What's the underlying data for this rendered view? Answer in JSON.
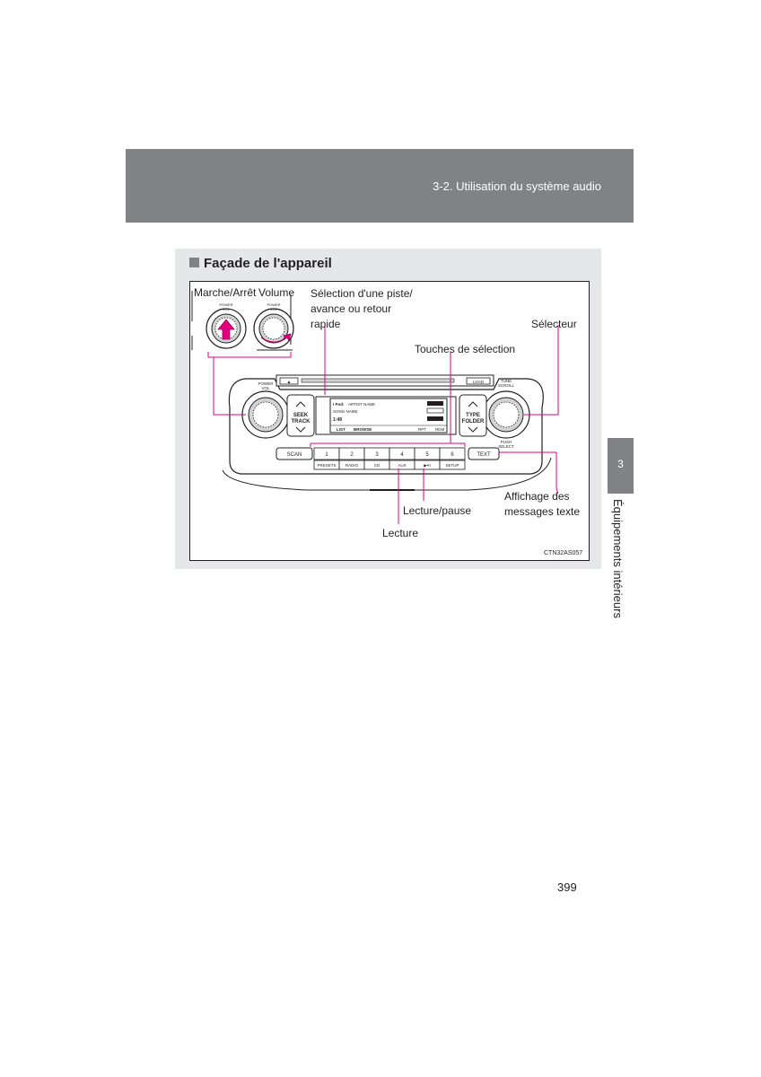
{
  "header": {
    "section_title": "3-2. Utilisation du système audio"
  },
  "side_tab": {
    "chapter_number": "3",
    "chapter_title": "Équipements intérieurs"
  },
  "section": {
    "title": "Façade de l'appareil"
  },
  "figure": {
    "callouts": {
      "power": "Marche/Arrêt",
      "volume": "Volume",
      "seek_line1": "Sélection d'une piste/",
      "seek_line2": "avance ou retour",
      "seek_line3": "rapide",
      "selector": "Sélecteur",
      "presets": "Touches de sélection",
      "text_line1": "Affichage des",
      "text_line2": "messages texte",
      "play_pause": "Lecture/pause",
      "play": "Lecture"
    },
    "panel_labels": {
      "power_vol": "POWER",
      "power_vol2": "VOL",
      "tune_scroll": "TUNE",
      "tune_scroll2": "SCROLL",
      "push_select": "PUSH",
      "push_select2": "SELECT",
      "eject": "▲",
      "load": "LOAD",
      "seek": "SEEK",
      "track": "TRACK",
      "type": "TYPE",
      "folder": "FOLDER",
      "scan": "SCAN",
      "text": "TEXT",
      "presets": [
        "1",
        "2",
        "3",
        "4",
        "5",
        "6"
      ],
      "preset_subs": [
        "PRESETS",
        "RADIO",
        "CD",
        "AUX",
        "▶•II",
        "SETUP"
      ]
    },
    "display": {
      "source": "I Pod:",
      "artist": "ARTIST NAME",
      "song": "SONG NAME",
      "time": "1:48",
      "list": "LIST",
      "browse": "BROWSE",
      "rpt": "RPT",
      "rdm": "RDM"
    },
    "figure_code": "CTN32AS057"
  },
  "page_number": "399",
  "colors": {
    "header_gray": "#808285",
    "section_bg": "#e6e7e8",
    "callout_magenta": "#e5007e"
  }
}
